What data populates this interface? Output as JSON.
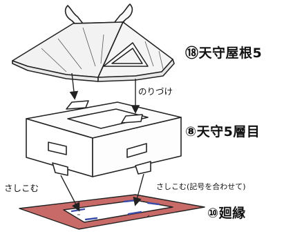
{
  "parts": {
    "roof": {
      "label": "⑱天守屋根5"
    },
    "floor": {
      "label": "⑧天守5層目"
    },
    "veranda": {
      "label": "⑩廻縁",
      "fill": "#c86a68"
    }
  },
  "annotations": {
    "glue": "のりづけ",
    "insert_left": "さしこむ",
    "insert_right": "さしこむ(記号を合わせて)"
  },
  "colors": {
    "line": "#222222",
    "roof_fill": "#f2f2f2",
    "slot_marks": "#3a4ca8"
  }
}
